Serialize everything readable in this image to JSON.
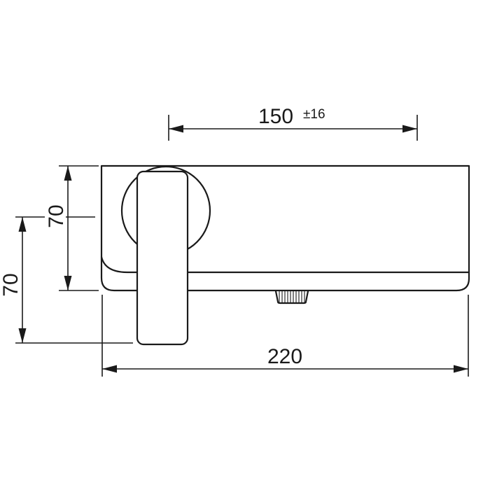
{
  "page": {
    "background_color": "#ffffff",
    "line_color": "#1a1a1a"
  },
  "dimensions": {
    "spacing": {
      "value": "150",
      "tolerance": "±16"
    },
    "body_height": {
      "value": "70"
    },
    "handle_height": {
      "value": "70"
    },
    "overall_width": {
      "value": "220"
    }
  }
}
